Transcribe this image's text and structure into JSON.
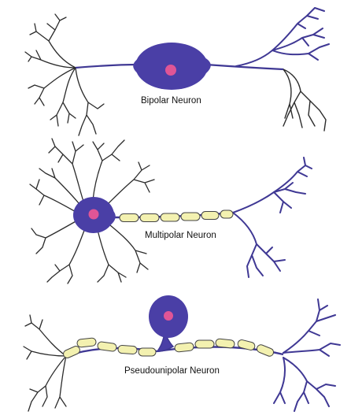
{
  "labels": {
    "bipolar": "Bipolar Neuron",
    "multipolar": "Multipolar Neuron",
    "pseudounipolar": "Pseudounipolar Neuron"
  },
  "colors": {
    "soma": "#4a3fa6",
    "nucleus": "#e05596",
    "axon": "#3f3894",
    "dendrite_dark": "#2b2b2b",
    "myelin_fill": "#f3f1b0",
    "myelin_stroke": "#444444"
  }
}
